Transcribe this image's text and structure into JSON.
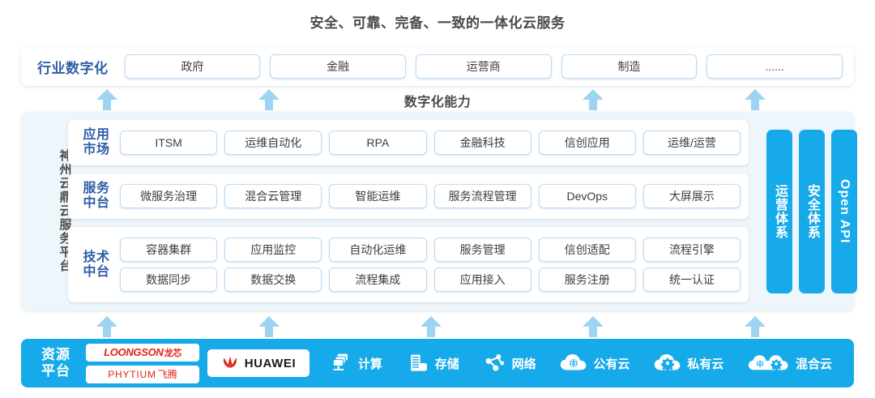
{
  "title": "安全、可靠、完备、一致的一体化云服务",
  "capability_band_label": "数字化能力",
  "industry": {
    "label": "行业数字化",
    "items": [
      "政府",
      "金融",
      "运营商",
      "制造",
      "......"
    ]
  },
  "platform": {
    "vertical_label": "神州云鼎云服务平台",
    "tiers": [
      {
        "label": "应用市场",
        "label_line1": "应用",
        "label_line2": "市场",
        "rows": [
          [
            "ITSM",
            "运维自动化",
            "RPA",
            "金融科技",
            "信创应用",
            "运维/运营"
          ]
        ]
      },
      {
        "label": "服务中台",
        "label_line1": "服务",
        "label_line2": "中台",
        "rows": [
          [
            "微服务治理",
            "混合云管理",
            "智能运维",
            "服务流程管理",
            "DevOps",
            "大屏展示"
          ]
        ]
      },
      {
        "label": "技术中台",
        "label_line1": "技术",
        "label_line2": "中台",
        "rows": [
          [
            "容器集群",
            "应用监控",
            "自动化运维",
            "服务管理",
            "信创适配",
            "流程引擎"
          ],
          [
            "数据同步",
            "数据交换",
            "流程集成",
            "应用接入",
            "服务注册",
            "统一认证"
          ]
        ]
      }
    ],
    "vertical_bars": [
      {
        "text": "运营体系",
        "script": "cjk"
      },
      {
        "text": "安全体系",
        "script": "cjk"
      },
      {
        "text": "Open API",
        "script": "latin"
      }
    ]
  },
  "resource": {
    "label_line1": "资源",
    "label_line2": "平台",
    "vendors": [
      {
        "name": "LOONGSON",
        "cn": "龙芯",
        "icon": "loongson-logo"
      },
      {
        "name": "PHYTIUM",
        "cn": "飞腾",
        "icon": "phytium-logo"
      }
    ],
    "huawei": {
      "name": "HUAWEI",
      "icon": "huawei-logo"
    },
    "items": [
      {
        "label": "计算",
        "icon": "servers-icon"
      },
      {
        "label": "存储",
        "icon": "storage-icon"
      },
      {
        "label": "网络",
        "icon": "network-icon"
      },
      {
        "label": "公有云",
        "icon": "public-cloud-icon"
      },
      {
        "label": "私有云",
        "icon": "private-cloud-icon"
      },
      {
        "label": "混合云",
        "icon": "hybrid-cloud-icon"
      }
    ]
  },
  "colors": {
    "accent_blue": "#16aaea",
    "arrow_blue": "#9fd3f2",
    "label_navy": "#2e5ea8",
    "panel_bg": "#eef6fb",
    "pill_border": "#bcdcf3",
    "vendor_red": "#e2231a",
    "text_gray": "#4a4a4a"
  },
  "arrows": {
    "upper_x": [
      132,
      332,
      732,
      932
    ],
    "lower_x": [
      132,
      332,
      532,
      732,
      932
    ]
  }
}
